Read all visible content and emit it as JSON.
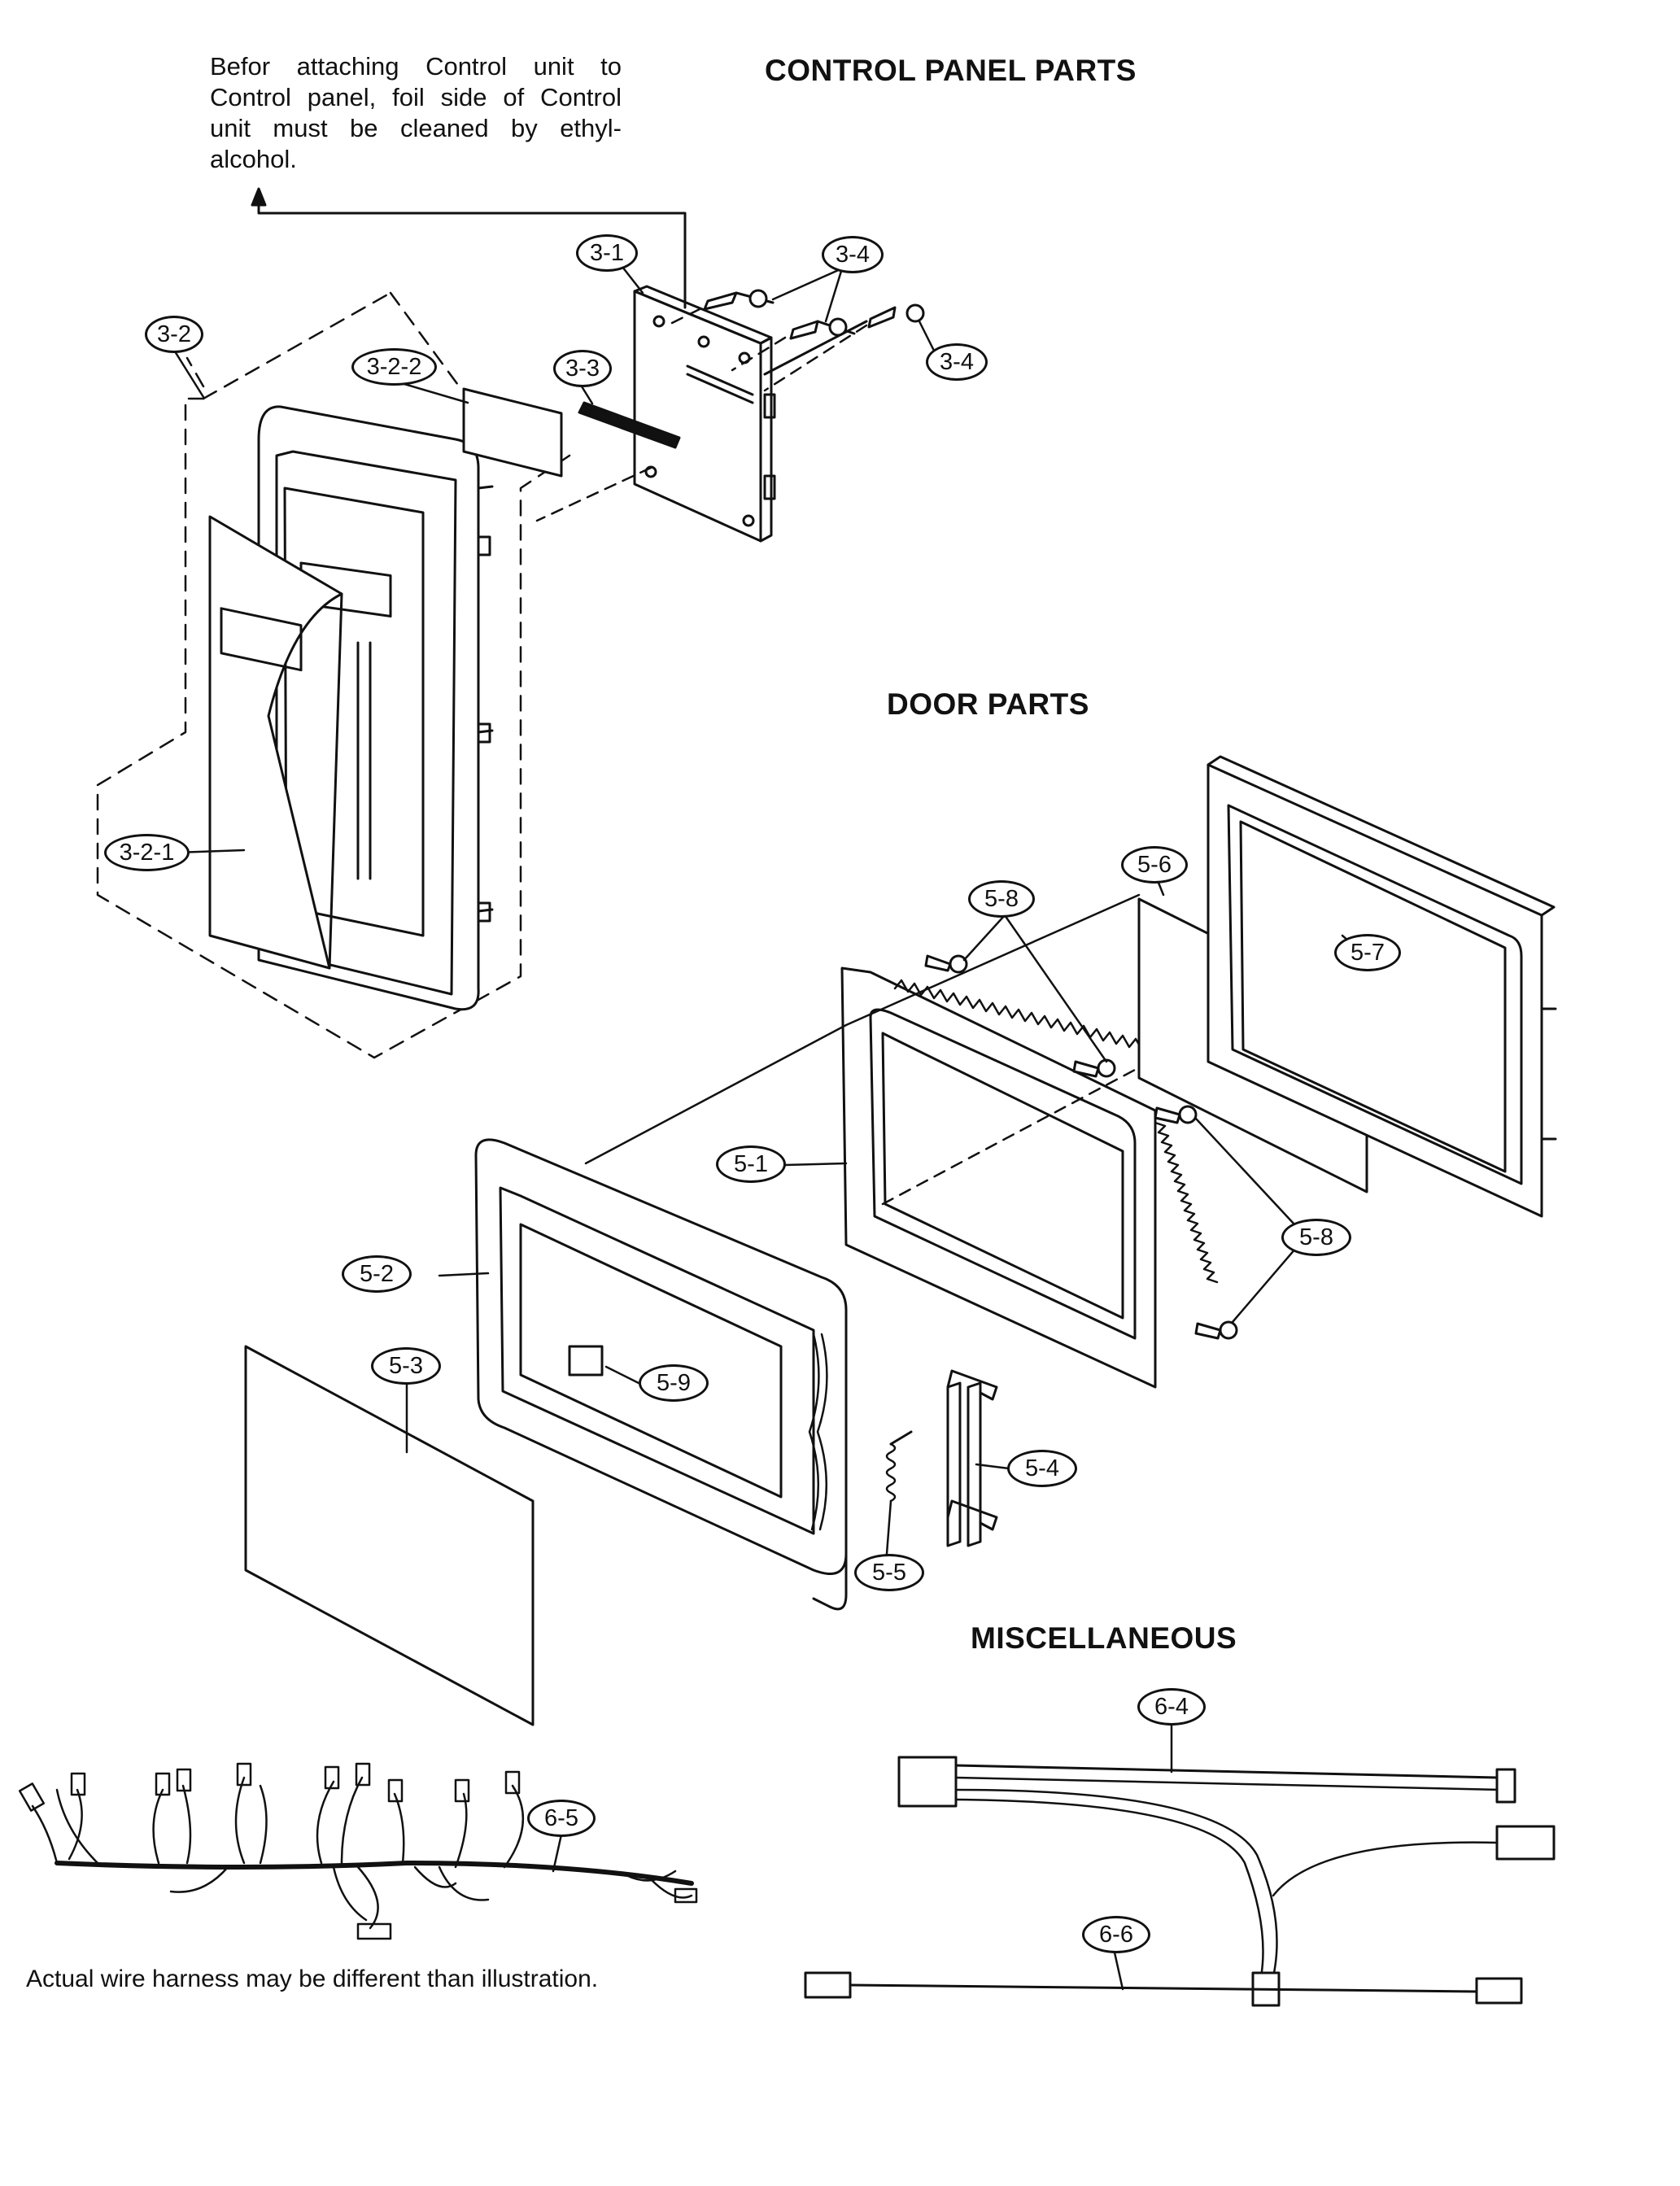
{
  "headings": {
    "control_panel": "CONTROL PANEL PARTS",
    "door_parts": "DOOR PARTS",
    "miscellaneous": "MISCELLANEOUS"
  },
  "note": "Befor attaching Control unit to Control panel, foil side of Control unit must be cleaned by ethyl-alcohol.",
  "harness_caption": "Actual wire harness may be different than illustration.",
  "callouts": {
    "c3_1": "3-1",
    "c3_2": "3-2",
    "c3_2_1": "3-2-1",
    "c3_2_2": "3-2-2",
    "c3_3": "3-3",
    "c3_4a": "3-4",
    "c3_4b": "3-4",
    "c5_1": "5-1",
    "c5_2": "5-2",
    "c5_3": "5-3",
    "c5_4": "5-4",
    "c5_5": "5-5",
    "c5_6": "5-6",
    "c5_7": "5-7",
    "c5_8a": "5-8",
    "c5_8b": "5-8",
    "c5_9": "5-9",
    "c6_4": "6-4",
    "c6_5": "6-5",
    "c6_6": "6-6"
  }
}
